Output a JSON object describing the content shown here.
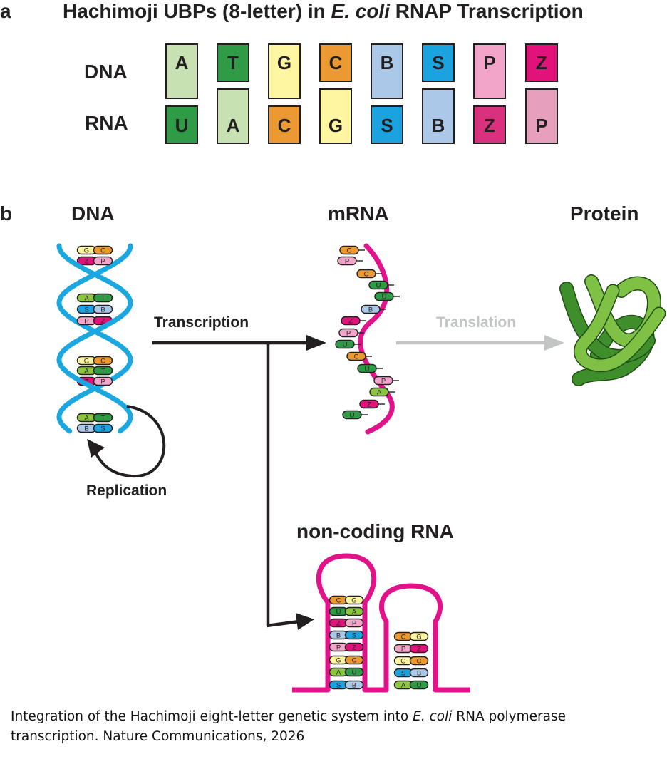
{
  "panel_a": {
    "letter": "a",
    "title_prefix": "Hachimoji UBPs (8-letter) in ",
    "title_italic": "E. coli",
    "title_suffix": " RNAP Transcription",
    "dna_label": "DNA",
    "rna_label": "RNA",
    "dna_bases": [
      "A",
      "T",
      "G",
      "C",
      "B",
      "S",
      "P",
      "Z"
    ],
    "rna_bases": [
      "U",
      "A",
      "C",
      "G",
      "S",
      "B",
      "Z",
      "P"
    ],
    "dna_colors": [
      "#c7e1b2",
      "#2f9b47",
      "#fff6a2",
      "#eb9a33",
      "#abc8e9",
      "#1ba3e0",
      "#f3a5c9",
      "#e1137b"
    ],
    "rna_colors": [
      "#2f9b47",
      "#c7e1b2",
      "#eb9a33",
      "#fff6a2",
      "#1ba3e0",
      "#abc8e9",
      "#d9317d",
      "#e6a0bd"
    ]
  },
  "panel_b": {
    "letter": "b",
    "dna_header": "DNA",
    "mrna_header": "mRNA",
    "protein_header": "Protein",
    "ncrna_header": "non-coding RNA",
    "transcription_label": "Transcription",
    "translation_label": "Translation",
    "replication_label": "Replication",
    "helix_color": "#1ba7df",
    "rna_color": "#e2138a",
    "arrow_color": "#231f20",
    "translation_arrow_color": "#c2c4c6",
    "protein_colors": [
      "#3e8e2b",
      "#7ec144"
    ],
    "dna_pairs": [
      [
        "G",
        "C"
      ],
      [
        "Z",
        "P"
      ],
      [
        "A",
        "T"
      ],
      [
        "S",
        "B"
      ],
      [
        "P",
        "Z"
      ],
      [
        "G",
        "C"
      ],
      [
        "A",
        "T"
      ],
      [
        "Z",
        "P"
      ],
      [
        "A",
        "T"
      ],
      [
        "B",
        "S"
      ]
    ],
    "mrna_bases": [
      "C",
      "P",
      "C",
      "U",
      "U",
      "B",
      "Z",
      "P",
      "U",
      "C",
      "U",
      "P",
      "A",
      "Z",
      "U"
    ],
    "ncrna_stem1": [
      [
        "C",
        "G"
      ],
      [
        "U",
        "A"
      ],
      [
        "Z",
        "P"
      ],
      [
        "B",
        "S"
      ],
      [
        "P",
        "Z"
      ],
      [
        "G",
        "C"
      ],
      [
        "A",
        "U"
      ],
      [
        "S",
        "B"
      ]
    ],
    "ncrna_stem2": [
      [
        "C",
        "G"
      ],
      [
        "P",
        "Z"
      ],
      [
        "G",
        "C"
      ],
      [
        "S",
        "B"
      ],
      [
        "A",
        "U"
      ]
    ]
  },
  "base_colors": {
    "A": "#8cc63f",
    "T": "#2f9b47",
    "U": "#2f9b47",
    "G": "#fff6a2",
    "C": "#eb9a33",
    "B": "#abc8e9",
    "S": "#1ba3e0",
    "P": "#f3a5c9",
    "Z": "#e1137b"
  },
  "caption": {
    "line1_prefix": "Integration of the Hachimoji eight-letter genetic system into ",
    "line1_italic": "E. coli",
    "line1_suffix": " RNA polymerase",
    "line2": "transcription. Nature Communications, 2026"
  }
}
